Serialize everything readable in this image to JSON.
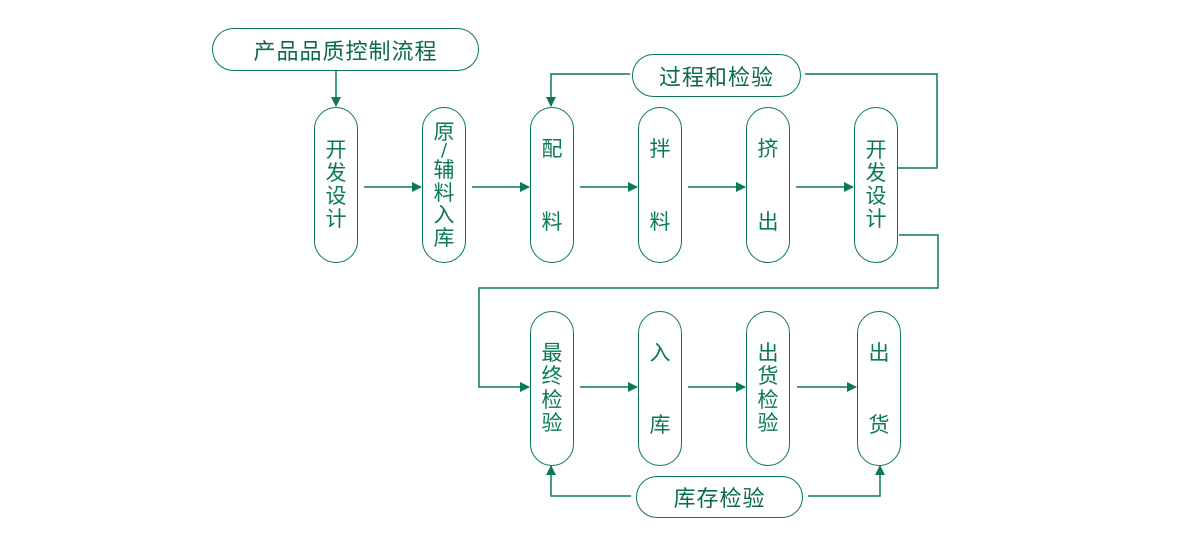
{
  "colors": {
    "line": "#0b7a52",
    "text": "#0b6a48"
  },
  "title": "产品品质控制流程",
  "loop_labels": {
    "process_inspection": "过程和检验",
    "stock_inspection": "库存检验"
  },
  "row1": [
    {
      "id": "design",
      "label": "开发设计",
      "chars": [
        "开",
        "发",
        "设",
        "计"
      ],
      "spread": false
    },
    {
      "id": "materials-in",
      "label": "原/辅料入库",
      "chars": [
        "原",
        "/",
        "辅",
        "料",
        "入",
        "库"
      ],
      "spread": false
    },
    {
      "id": "batching",
      "label": "配料",
      "chars": [
        "配",
        "料"
      ],
      "spread": true
    },
    {
      "id": "mixing",
      "label": "拌料",
      "chars": [
        "拌",
        "料"
      ],
      "spread": true
    },
    {
      "id": "extrusion",
      "label": "挤出",
      "chars": [
        "挤",
        "出"
      ],
      "spread": true
    },
    {
      "id": "design-2",
      "label": "开发设计",
      "chars": [
        "开",
        "发",
        "设",
        "计"
      ],
      "spread": false
    }
  ],
  "row2": [
    {
      "id": "final-inspection",
      "label": "最终检验",
      "chars": [
        "最",
        "终",
        "检",
        "验"
      ],
      "spread": false
    },
    {
      "id": "warehousing",
      "label": "入库",
      "chars": [
        "入",
        "库"
      ],
      "spread": true
    },
    {
      "id": "shipping-inspection",
      "label": "出货检验",
      "chars": [
        "出",
        "货",
        "检",
        "验"
      ],
      "spread": false
    },
    {
      "id": "shipping",
      "label": "出货",
      "chars": [
        "出",
        "货"
      ],
      "spread": true
    }
  ]
}
